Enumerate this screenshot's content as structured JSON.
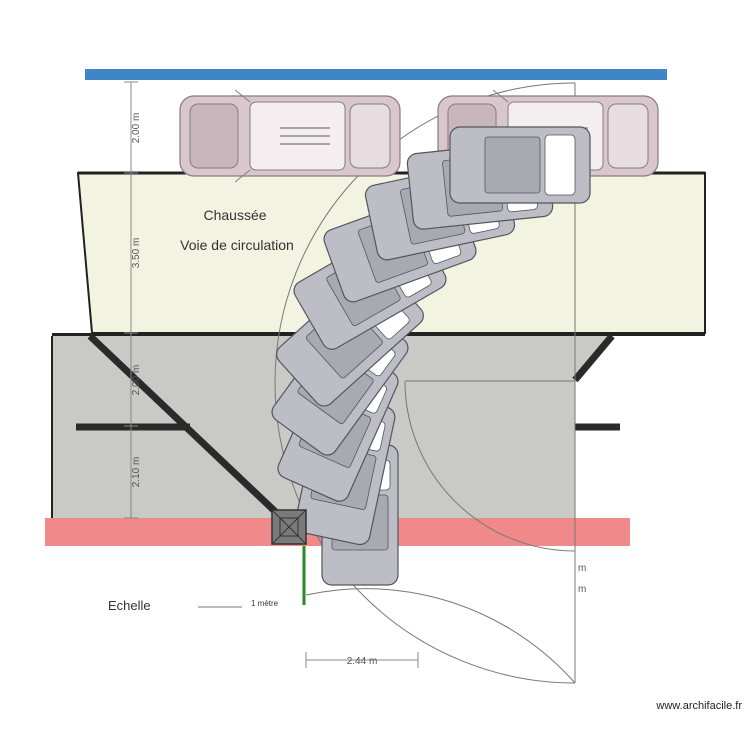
{
  "plan": {
    "road_title": "Chaussée",
    "road_subtitle": "Voie de circulation",
    "scale_label": "Echelle",
    "scale_bar_label": "1 mètre",
    "vertical_dimensions": [
      "2.00 m",
      "3.50 m",
      "2.00 m",
      "2.10 m"
    ],
    "horizontal_dimension": "2.44 m",
    "edge_marks": [
      "m",
      "m"
    ]
  },
  "credit": "www.archifacile.fr",
  "colors": {
    "top_band": "#3f86c6",
    "road_fill": "#f3f3e1",
    "garage_fill": "#c9c9c6",
    "bottom_band": "#f08a8a",
    "car_parked": "#d8c7cc",
    "car_turning": "#b9b9c2",
    "pillar": "#7a7a7a",
    "door_green": "#2a8a2a",
    "wall": "#222222"
  }
}
